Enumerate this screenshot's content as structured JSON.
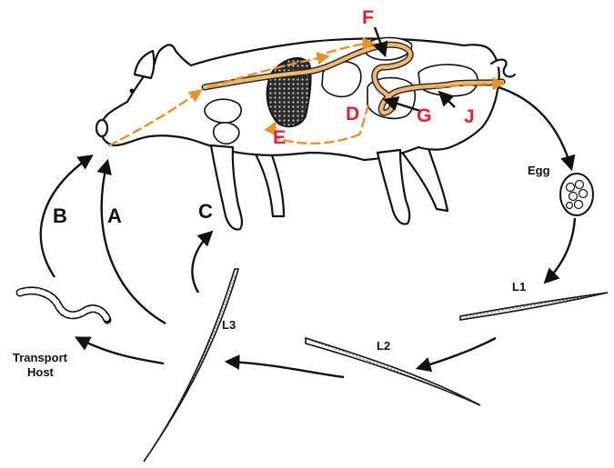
{
  "diagram": {
    "stage_labels": {
      "egg": "Egg",
      "l1": "L1",
      "l2": "L2",
      "l3": "L3",
      "transport_host": [
        "Transport",
        "Host"
      ]
    },
    "route_letters": {
      "a": "A",
      "b": "B",
      "c": "C"
    },
    "organ_letters": {
      "d": "D",
      "e": "E",
      "f": "F",
      "g": "G",
      "j": "J"
    },
    "colors": {
      "migration_path": "#e8922a",
      "letter_labels": "#e8202a",
      "intestine": "#f1b872"
    }
  }
}
